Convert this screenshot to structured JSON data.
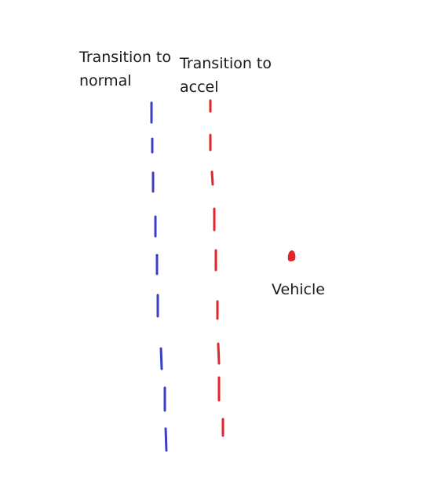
{
  "labels": {
    "transition_normal": [
      "Transition to",
      "normal"
    ],
    "transition_accel": [
      "Transition to",
      "accel"
    ],
    "vehicle": "Vehicle"
  },
  "colors": {
    "normal_line": "#3a3fc4",
    "accel_line": "#e0252b",
    "vehicle_marker": "#e0252b",
    "text": "#1a1a1a",
    "background": "#ffffff"
  }
}
